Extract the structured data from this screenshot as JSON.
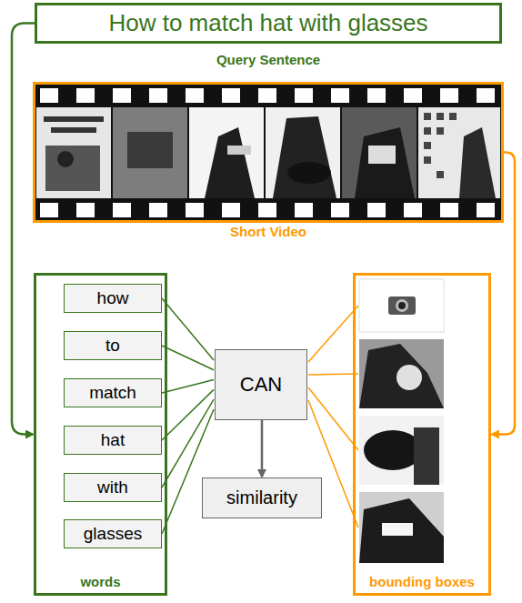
{
  "diagram": {
    "nodes": [
      {
        "text": [
          "How to match hat with glasses",
          "Query Sentence"
        ]
      },
      {
        "text": [
          "Short Video"
        ]
      },
      {
        "text": [
          "words"
        ]
      },
      {
        "text": [
          "how"
        ],
        "in": 2
      },
      {
        "text": [
          "to"
        ],
        "in": 2
      },
      {
        "text": [
          "match"
        ],
        "in": 2
      },
      {
        "text": [
          "hat"
        ],
        "in": 2
      },
      {
        "text": [
          "with"
        ],
        "in": 2
      },
      {
        "text": [
          "glasses"
        ],
        "in": 2
      },
      {
        "text": [
          "CAN"
        ]
      },
      {
        "text": [
          "similarity"
        ]
      },
      {
        "text": [
          "bounding boxes"
        ]
      }
    ],
    "edges": [
      {
        "from": 0,
        "to": 2,
        "arrow": "to"
      },
      {
        "from": 1,
        "to": 11,
        "arrow": "to"
      },
      {
        "from": 3,
        "to": 9,
        "arrow": "none"
      },
      {
        "from": 4,
        "to": 9,
        "arrow": "none"
      },
      {
        "from": 5,
        "to": 9,
        "arrow": "none"
      },
      {
        "from": 6,
        "to": 9,
        "arrow": "none"
      },
      {
        "from": 7,
        "to": 9,
        "arrow": "none"
      },
      {
        "from": 8,
        "to": 9,
        "arrow": "none"
      },
      {
        "from": 9,
        "to": 10,
        "arrow": "to"
      }
    ]
  }
}
